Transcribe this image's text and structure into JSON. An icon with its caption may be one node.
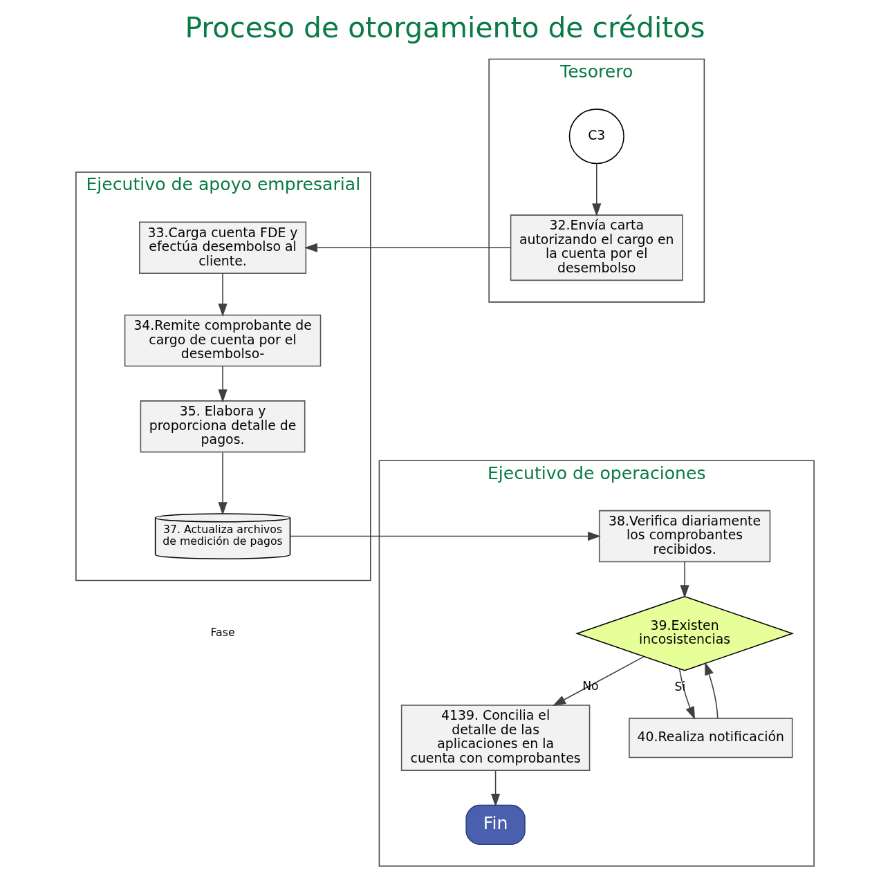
{
  "diagram": {
    "title": "Proceso de otorgamiento de créditos",
    "nodes": [
      {
        "text": [
          "Ejecutivo de apoyo empresarial"
        ]
      },
      {
        "text": [
          "Ejecutivo de operaciones"
        ]
      },
      {
        "text": [
          "Tesorero"
        ]
      },
      {
        "text": [
          "C3"
        ],
        "in": 2
      },
      {
        "text": [
          "32.Envía carta autorizando el cargo en la cuenta por el desembolso"
        ],
        "in": 2
      },
      {
        "text": [
          "33.Carga cuenta FDE y efectúa desembolso al cliente."
        ],
        "in": 0
      },
      {
        "text": [
          "34.Remite comprobante de cargo de cuenta por el desembolso-"
        ],
        "in": 0
      },
      {
        "text": [
          "35. Elabora y proporciona detalle de pagos."
        ],
        "in": 0
      },
      {
        "text": [
          "37. Actualiza archivos de medición de pagos"
        ],
        "in": 0
      },
      {
        "text": [
          "38.Verifica diariamente los comprobantes recibidos."
        ],
        "in": 1
      },
      {
        "text": [
          "39.Existen incosistencias"
        ],
        "in": 1
      },
      {
        "text": [
          "4139. Concilia el detalle de las aplicaciones en la cuenta con comprobantes"
        ],
        "in": 1
      },
      {
        "text": [
          "40.Realiza notificación"
        ],
        "in": 1
      },
      {
        "text": [
          "Fin"
        ],
        "in": 1
      }
    ],
    "edges": [
      {
        "from": 3,
        "to": 4,
        "arrow": "to"
      },
      {
        "from": 4,
        "to": 5,
        "arrow": "to"
      },
      {
        "from": 5,
        "to": 6,
        "arrow": "to"
      },
      {
        "from": 6,
        "to": 7,
        "arrow": "to"
      },
      {
        "from": 7,
        "to": 8,
        "arrow": "to"
      },
      {
        "from": 8,
        "to": 9,
        "arrow": "to"
      },
      {
        "from": 9,
        "to": 10,
        "arrow": "to"
      },
      {
        "from": 10,
        "to": 11,
        "arrow": "to",
        "label": "No"
      },
      {
        "from": 10,
        "to": 12,
        "arrow": "to",
        "label": "Si"
      },
      {
        "from": 12,
        "to": 10,
        "arrow": "to"
      },
      {
        "from": 11,
        "to": 13,
        "arrow": "to"
      }
    ],
    "labels": [
      "Fase"
    ]
  }
}
